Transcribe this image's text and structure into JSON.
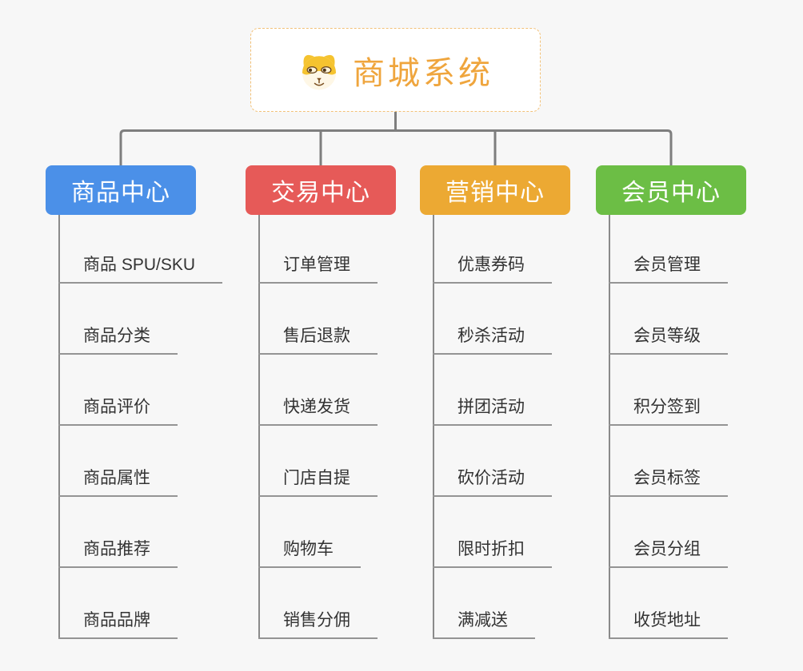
{
  "root": {
    "title": "商城系统",
    "icon": "doge-icon",
    "title_color": "#efa53d",
    "border_color": "#f2c178",
    "background": "#ffffff"
  },
  "canvas_background": "#f7f7f7",
  "connector_color": "#7e7e7e",
  "leaf_text_color": "#333333",
  "branches": [
    {
      "label": "商品中心",
      "color": "#4b90e8",
      "children": [
        "商品 SPU/SKU",
        "商品分类",
        "商品评价",
        "商品属性",
        "商品推荐",
        "商品品牌"
      ]
    },
    {
      "label": "交易中心",
      "color": "#e65a58",
      "children": [
        "订单管理",
        "售后退款",
        "快递发货",
        "门店自提",
        "购物车",
        "销售分佣"
      ]
    },
    {
      "label": "营销中心",
      "color": "#eca933",
      "children": [
        "优惠券码",
        "秒杀活动",
        "拼团活动",
        "砍价活动",
        "限时折扣",
        "满减送"
      ]
    },
    {
      "label": "会员中心",
      "color": "#6cbe45",
      "children": [
        "会员管理",
        "会员等级",
        "积分签到",
        "会员标签",
        "会员分组",
        "收货地址"
      ]
    }
  ]
}
